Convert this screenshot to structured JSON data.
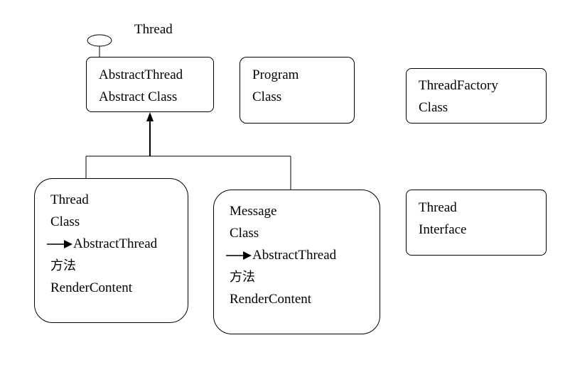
{
  "diagram": {
    "interface_label": "Thread",
    "abstract_thread": {
      "name": "AbstractThread",
      "kind": "Abstract Class"
    },
    "program": {
      "name": "Program",
      "kind": "Class"
    },
    "thread_factory": {
      "name": "ThreadFactory",
      "kind": "Class"
    },
    "thread_interface": {
      "name": "Thread",
      "kind": "Interface"
    },
    "thread_class": {
      "name": "Thread",
      "kind": "Class",
      "parent": "AbstractThread",
      "methods_label": "方法",
      "method": "RenderContent"
    },
    "message_class": {
      "name": "Message",
      "kind": "Class",
      "parent": "AbstractThread",
      "methods_label": "方法",
      "method": "RenderContent"
    }
  }
}
